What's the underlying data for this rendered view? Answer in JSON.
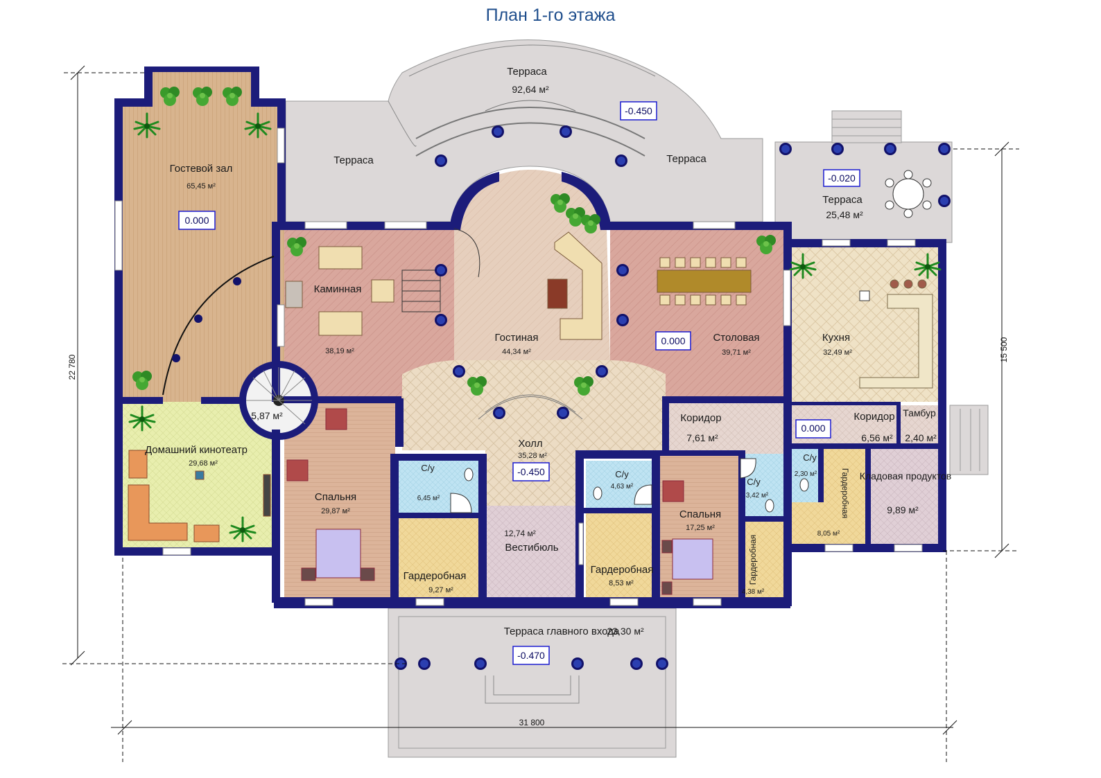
{
  "title": "План 1-го этажа",
  "rooms": {
    "guest_hall": {
      "name": "Гостевой зал",
      "area": "65,45 м²"
    },
    "terrace_top": {
      "name": "Терраса",
      "area": "92,64 м²"
    },
    "terrace_left": {
      "name": "Терраса"
    },
    "terrace_right": {
      "name": "Терраса"
    },
    "terrace_east": {
      "name": "Терраса",
      "area": "25,48 м²"
    },
    "fireplace": {
      "name": "Каминная",
      "area": "38,19 м²"
    },
    "living": {
      "name": "Гостиная",
      "area": "44,34 м²"
    },
    "dining": {
      "name": "Столовая",
      "area": "39,71 м²"
    },
    "kitchen": {
      "name": "Кухня",
      "area": "32,49 м²"
    },
    "stair": {
      "area": "5,87 м²"
    },
    "cinema": {
      "name": "Домашний кинотеатр",
      "area": "29,68 м²"
    },
    "bedroom1": {
      "name": "Спальня",
      "area": "29,87 м²"
    },
    "wc1": {
      "name": "С/у",
      "area": "6,45 м²"
    },
    "hall": {
      "name": "Холл",
      "area": "35,28 м²"
    },
    "vestibule": {
      "name": "Вестибюль",
      "area": "12,74 м²"
    },
    "wardrobe1": {
      "name": "Гардеробная",
      "area": "9,27 м²"
    },
    "wardrobe2": {
      "name": "Гардеробная",
      "area": "8,53 м²"
    },
    "wc2": {
      "name": "С/у",
      "area": "4,63 м²"
    },
    "corridor1": {
      "name": "Коридор",
      "area": "7,61 м²"
    },
    "bedroom2": {
      "name": "Спальня",
      "area": "17,25 м²"
    },
    "wc3": {
      "name": "С/у",
      "area": "3,42 м²"
    },
    "wardrobe3": {
      "name": "Гардеробная",
      "area": "4,38 м²"
    },
    "corridor2": {
      "name": "Коридор",
      "area": "6,56 м²"
    },
    "tambour": {
      "name": "Тамбур",
      "area": "2,40 м²"
    },
    "wc4": {
      "name": "С/у",
      "area": "2,30 м²"
    },
    "wardrobe4": {
      "name": "Гардеробная",
      "area": "8,05 м²"
    },
    "pantry": {
      "name": "Кладовая продуктов",
      "area": "9,89 м²"
    },
    "entrance_terrace": {
      "name": "Терраса главного входа",
      "area": "23,30 м²"
    }
  },
  "levels": {
    "guest_hall": "0.000",
    "terrace_top": "-0.450",
    "terrace_east": "-0.020",
    "dining": "0.000",
    "corridor2": "0.000",
    "hall": "-0.450",
    "entrance": "-0.470"
  },
  "dimensions": {
    "total_width": "31 800",
    "total_depth": "22 780",
    "right_depth": "15 500"
  },
  "colors": {
    "wall": "#1c1c7a",
    "terrace": "#dcd8d8",
    "guest_floor": "#d8b48e",
    "fireplace_floor": "#d9a79d",
    "living_floor": "#e6cfbd",
    "kitchen_floor": "#efe2c6",
    "cinema_floor": "#e8eeae",
    "bedroom_floor": "#dcb49a",
    "wc_floor": "#bfe3f2",
    "wardrobe_floor": "#f0d89a",
    "vestibule_floor": "#e0cfd6",
    "corridor_floor": "#e6d6d0",
    "column": "#12126a",
    "title": "#1f4e8c"
  },
  "icons": [
    "palm-plant-icon",
    "column-icon",
    "bed-icon",
    "sofa-icon",
    "toilet-icon",
    "spiral-stair-icon",
    "dining-table-icon"
  ]
}
